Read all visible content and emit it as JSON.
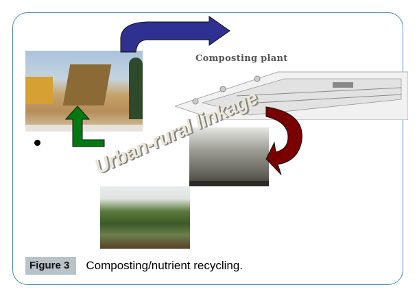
{
  "figure": {
    "label": "Figure 3",
    "caption": "Composting/nutrient recycling.",
    "plant_title": "Composting plant",
    "overlay_text": "Urban-rural linkage"
  },
  "colors": {
    "frame": "#4a86c5",
    "arrow_top": "#2e3192",
    "arrow_right": "#7a0000",
    "arrow_left": "#007a10",
    "label_bg": "#b9c1c9"
  }
}
